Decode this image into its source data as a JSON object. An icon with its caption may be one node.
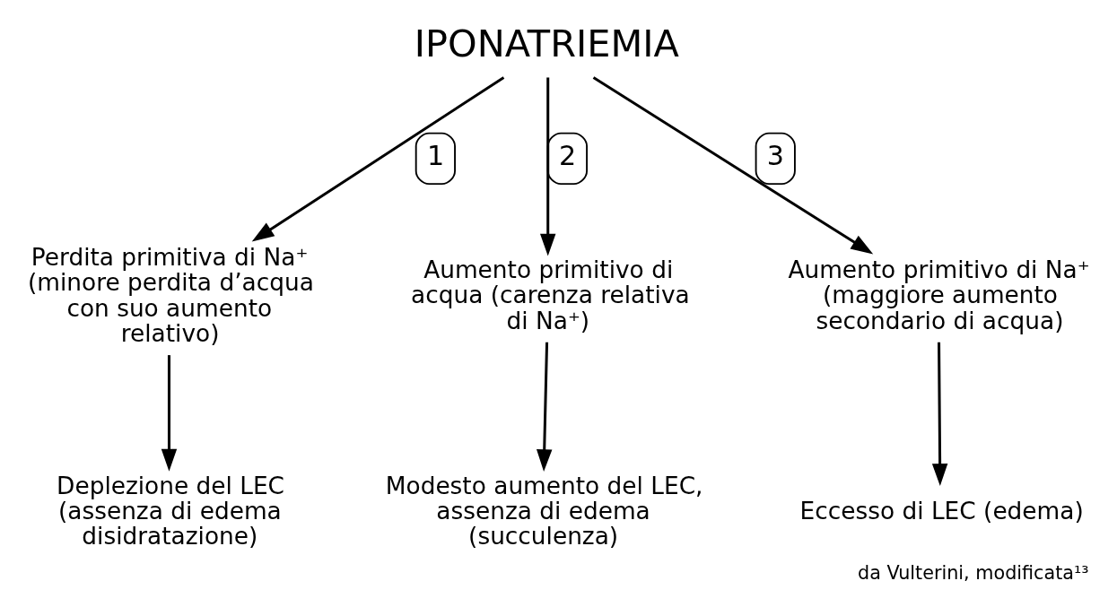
{
  "diagram": {
    "caption": "da Vulterini, modificata¹³",
    "nodes": [
      {
        "text": [
          "IPONATRIEMIA"
        ]
      },
      {
        "text": [
          "Perdita primitiva di Na⁺ (minore perdita d’acqua con suo aumento relativo)"
        ]
      },
      {
        "text": [
          "Aumento primitivo di acqua (carenza relativa di Na⁺)"
        ]
      },
      {
        "text": [
          "Aumento primitivo di Na⁺ (maggiore aumento secondario di acqua)"
        ]
      },
      {
        "text": [
          "Deplezione del LEC (assenza di edema disidratazione)"
        ]
      },
      {
        "text": [
          "Modesto aumento del LEC, assenza di edema (succulenza)"
        ]
      },
      {
        "text": [
          "Eccesso di LEC (edema)"
        ]
      }
    ],
    "edges": [
      {
        "from": 0,
        "to": 1,
        "arrow": "to",
        "label": "1"
      },
      {
        "from": 0,
        "to": 2,
        "arrow": "to",
        "label": "2"
      },
      {
        "from": 0,
        "to": 3,
        "arrow": "to",
        "label": "3"
      },
      {
        "from": 1,
        "to": 4,
        "arrow": "to"
      },
      {
        "from": 2,
        "to": 5,
        "arrow": "to"
      },
      {
        "from": 3,
        "to": 6,
        "arrow": "to"
      }
    ]
  }
}
